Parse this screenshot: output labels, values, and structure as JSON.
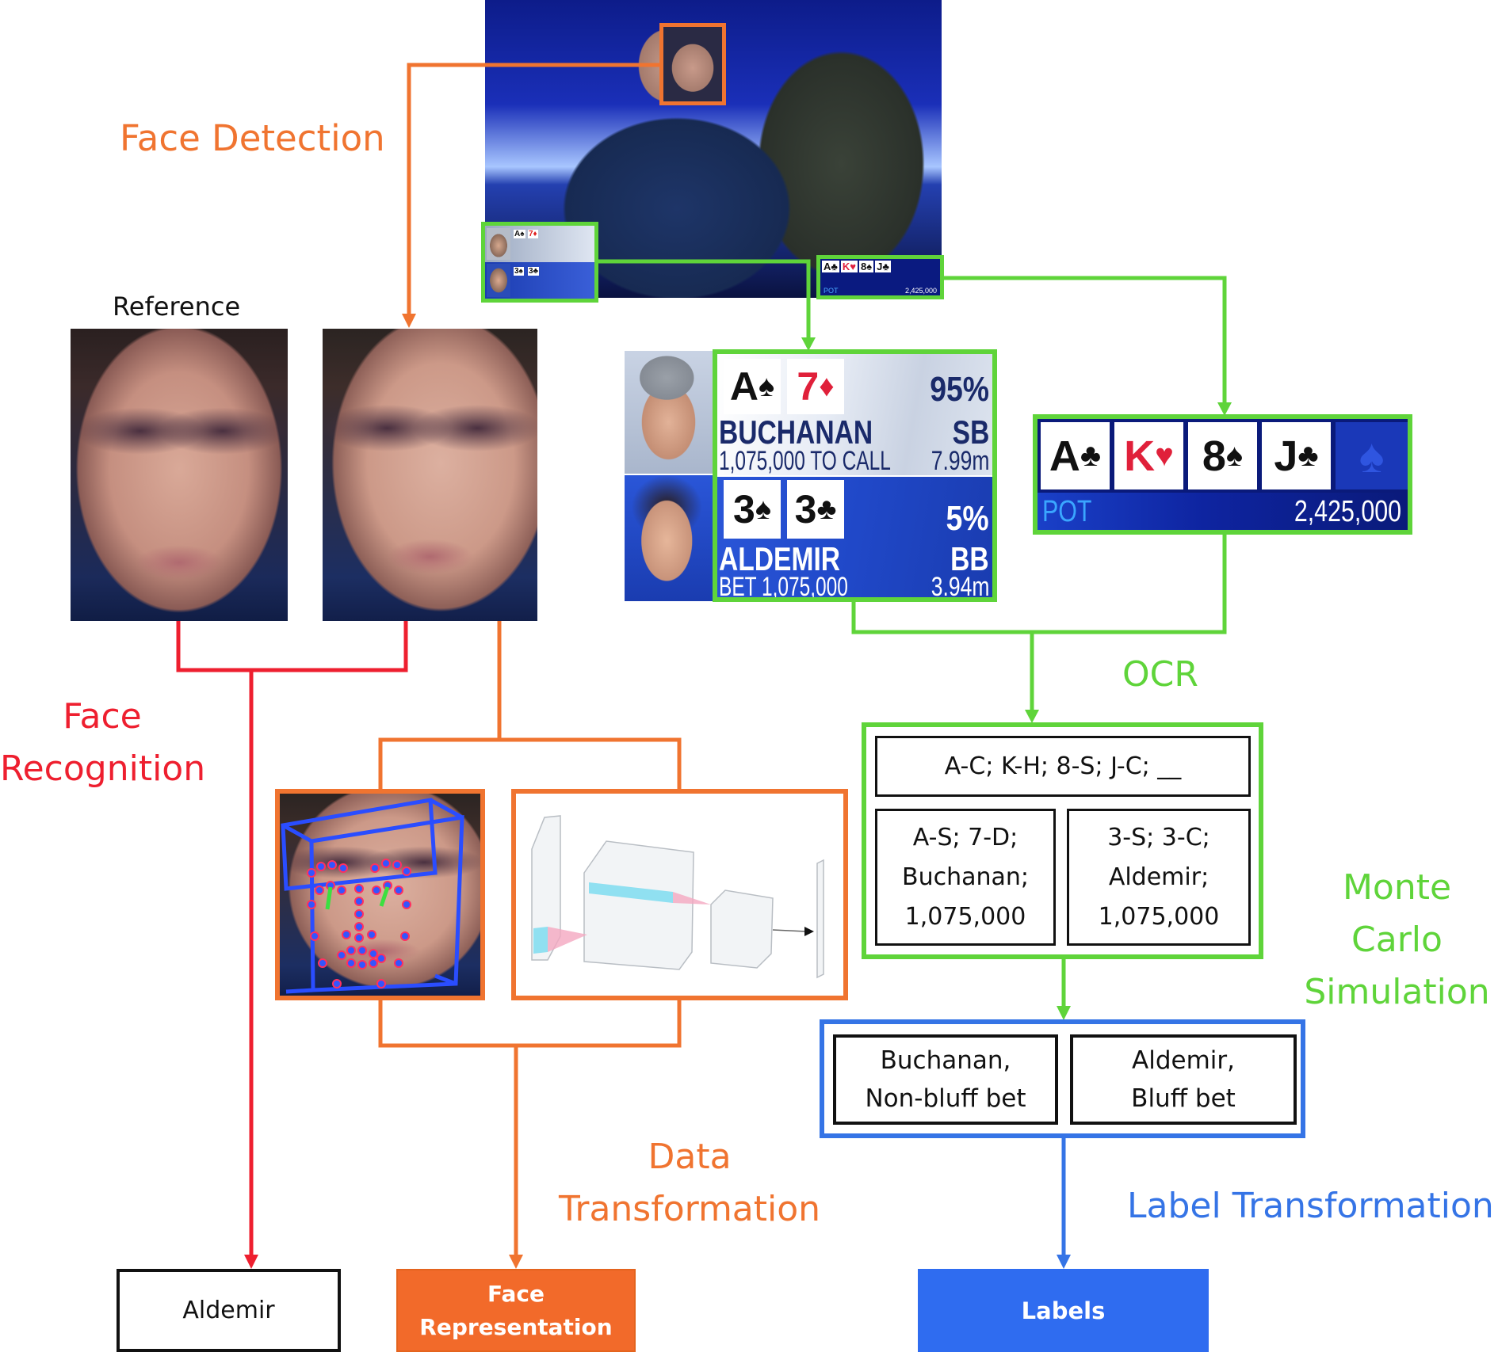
{
  "colors": {
    "detection": "#f07430",
    "recognition": "#ee1f2f",
    "ocr": "#5fd43a",
    "label": "#3574e6",
    "hud_blue": "#1e3fc0"
  },
  "stages": {
    "face_detection": "Face Detection",
    "face_recognition_line1": "Face",
    "face_recognition_line2": "Recognition",
    "data_transformation_line1": "Data",
    "data_transformation_line2": "Transformation",
    "ocr": "OCR",
    "monte_carlo_line1": "Monte",
    "monte_carlo_line2": "Carlo",
    "monte_carlo_line3": "Simulation",
    "label_transformation": "Label Transformation"
  },
  "reference_label": "Reference",
  "hud": {
    "players": [
      {
        "cards": [
          {
            "rank": "A",
            "suit": "♠",
            "color": "black"
          },
          {
            "rank": "7",
            "suit": "♦",
            "color": "red"
          }
        ],
        "equity": "95%",
        "name": "BUCHANAN",
        "position": "SB",
        "action": "1,075,000 TO CALL",
        "stack": "7.99m"
      },
      {
        "cards": [
          {
            "rank": "3",
            "suit": "♠",
            "color": "black"
          },
          {
            "rank": "3",
            "suit": "♣",
            "color": "black"
          }
        ],
        "equity": "5%",
        "name": "ALDEMIR",
        "position": "BB",
        "action": "BET 1,075,000",
        "stack": "3.94m"
      }
    ]
  },
  "board": {
    "cards": [
      {
        "rank": "A",
        "suit": "♣",
        "color": "black"
      },
      {
        "rank": "K",
        "suit": "♥",
        "color": "red"
      },
      {
        "rank": "8",
        "suit": "♠",
        "color": "black"
      },
      {
        "rank": "J",
        "suit": "♣",
        "color": "black"
      }
    ],
    "pot_label": "POT",
    "pot_value": "2,425,000",
    "logo_icon": "♠"
  },
  "ocr_output": {
    "board": "A-C; K-H; 8-S; J-C; __",
    "player1": [
      "A-S; 7-D;",
      "Buchanan;",
      "1,075,000"
    ],
    "player2": [
      "3-S; 3-C;",
      "Aldemir;",
      "1,075,000"
    ]
  },
  "simulation_output": {
    "player1": [
      "Buchanan,",
      "Non-bluff bet"
    ],
    "player2": [
      "Aldemir,",
      "Bluff bet"
    ]
  },
  "outputs": {
    "identity": "Aldemir",
    "face_representation_line1": "Face",
    "face_representation_line2": "Representation",
    "labels": "Labels"
  }
}
